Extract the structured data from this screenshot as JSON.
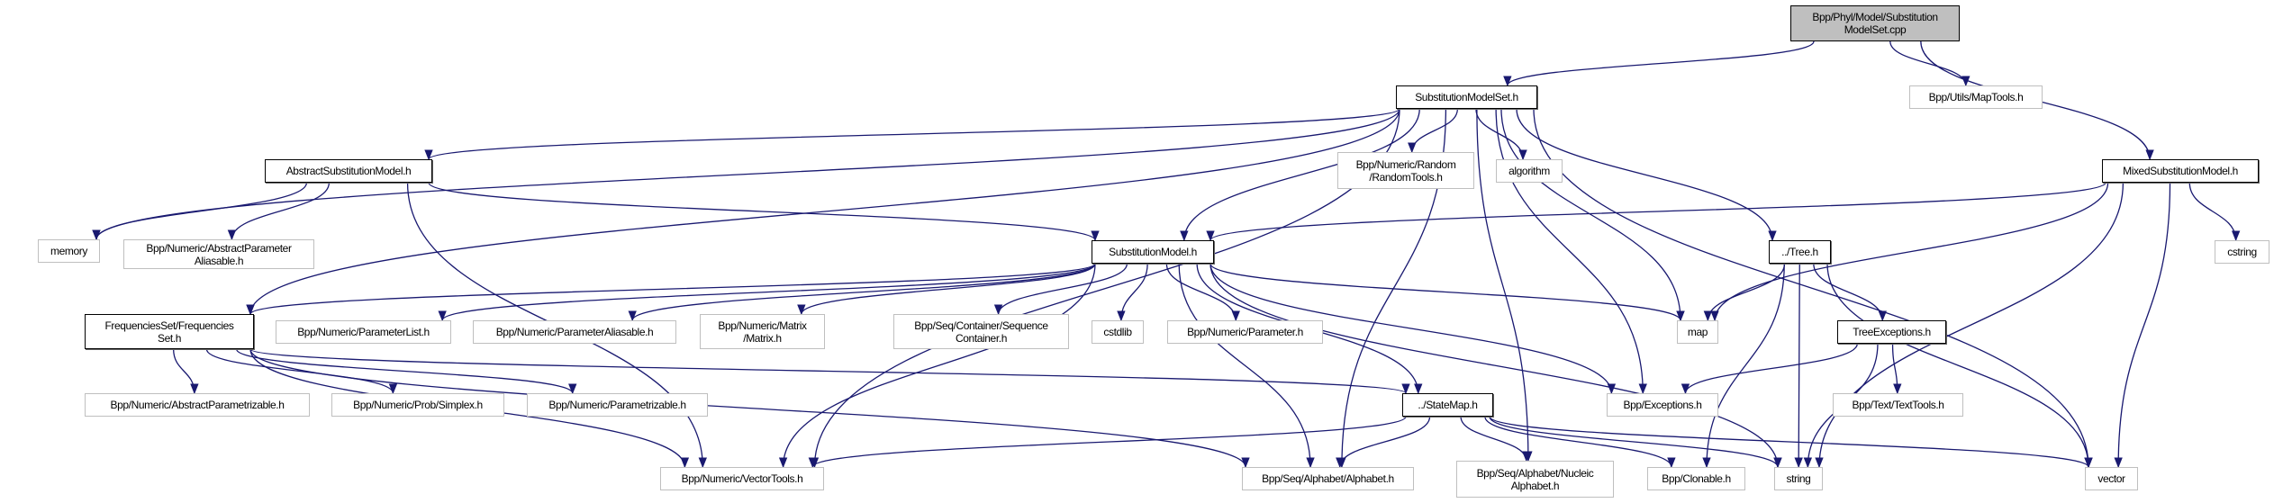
{
  "graph": {
    "edge_color": "#191970",
    "root_fill": "#bfbfbf",
    "nodes": [
      {
        "id": "root",
        "label": "Bpp/Phyl/Model/Substitution\nModelSet.cpp",
        "kind": "root"
      },
      {
        "id": "sms",
        "label": "SubstitutionModelSet.h",
        "kind": "local"
      },
      {
        "id": "maptools",
        "label": "Bpp/Utils/MapTools.h",
        "kind": "external"
      },
      {
        "id": "random",
        "label": "Bpp/Numeric/Random\n/RandomTools.h",
        "kind": "external"
      },
      {
        "id": "algorithm",
        "label": "algorithm",
        "kind": "external"
      },
      {
        "id": "mixed",
        "label": "MixedSubstitutionModel.h",
        "kind": "local"
      },
      {
        "id": "abssm",
        "label": "AbstractSubstitutionModel.h",
        "kind": "local"
      },
      {
        "id": "memory",
        "label": "memory",
        "kind": "external"
      },
      {
        "id": "absparal",
        "label": "Bpp/Numeric/AbstractParameter\nAliasable.h",
        "kind": "external"
      },
      {
        "id": "sm",
        "label": "SubstitutionModel.h",
        "kind": "local"
      },
      {
        "id": "tree",
        "label": "../Tree.h",
        "kind": "local"
      },
      {
        "id": "cstring",
        "label": "cstring",
        "kind": "external"
      },
      {
        "id": "freq",
        "label": "FrequenciesSet/Frequencies\nSet.h",
        "kind": "local"
      },
      {
        "id": "plist",
        "label": "Bpp/Numeric/ParameterList.h",
        "kind": "external"
      },
      {
        "id": "paral",
        "label": "Bpp/Numeric/ParameterAliasable.h",
        "kind": "external"
      },
      {
        "id": "matrix",
        "label": "Bpp/Numeric/Matrix\n/Matrix.h",
        "kind": "external"
      },
      {
        "id": "seqcont",
        "label": "Bpp/Seq/Container/Sequence\nContainer.h",
        "kind": "external"
      },
      {
        "id": "cstdlib",
        "label": "cstdlib",
        "kind": "external"
      },
      {
        "id": "param",
        "label": "Bpp/Numeric/Parameter.h",
        "kind": "external"
      },
      {
        "id": "map",
        "label": "map",
        "kind": "external"
      },
      {
        "id": "treeexc",
        "label": "TreeExceptions.h",
        "kind": "local"
      },
      {
        "id": "absparam",
        "label": "Bpp/Numeric/AbstractParametrizable.h",
        "kind": "external"
      },
      {
        "id": "simplex",
        "label": "Bpp/Numeric/Prob/Simplex.h",
        "kind": "external"
      },
      {
        "id": "parametrizable",
        "label": "Bpp/Numeric/Parametrizable.h",
        "kind": "external"
      },
      {
        "id": "statemap",
        "label": "../StateMap.h",
        "kind": "local"
      },
      {
        "id": "exceptions",
        "label": "Bpp/Exceptions.h",
        "kind": "external"
      },
      {
        "id": "texttools",
        "label": "Bpp/Text/TextTools.h",
        "kind": "external"
      },
      {
        "id": "vectortools",
        "label": "Bpp/Numeric/VectorTools.h",
        "kind": "external"
      },
      {
        "id": "alphabet",
        "label": "Bpp/Seq/Alphabet/Alphabet.h",
        "kind": "external"
      },
      {
        "id": "nucleic",
        "label": "Bpp/Seq/Alphabet/Nucleic\nAlphabet.h",
        "kind": "external"
      },
      {
        "id": "clonable",
        "label": "Bpp/Clonable.h",
        "kind": "external"
      },
      {
        "id": "string",
        "label": "string",
        "kind": "external"
      },
      {
        "id": "vector",
        "label": "vector",
        "kind": "external"
      }
    ],
    "edges": [
      [
        "root",
        "sms"
      ],
      [
        "root",
        "maptools"
      ],
      [
        "root",
        "mixed"
      ],
      [
        "sms",
        "memory"
      ],
      [
        "sms",
        "vectortools"
      ],
      [
        "sms",
        "abssm"
      ],
      [
        "sms",
        "freq"
      ],
      [
        "sms",
        "sm"
      ],
      [
        "sms",
        "random"
      ],
      [
        "sms",
        "algorithm"
      ],
      [
        "sms",
        "alphabet"
      ],
      [
        "sms",
        "nucleic"
      ],
      [
        "sms",
        "exceptions"
      ],
      [
        "sms",
        "map"
      ],
      [
        "sms",
        "tree"
      ],
      [
        "sms",
        "vector"
      ],
      [
        "abssm",
        "memory"
      ],
      [
        "abssm",
        "absparal"
      ],
      [
        "abssm",
        "sm"
      ],
      [
        "abssm",
        "vectortools"
      ],
      [
        "mixed",
        "sm"
      ],
      [
        "mixed",
        "map"
      ],
      [
        "mixed",
        "string"
      ],
      [
        "mixed",
        "vector"
      ],
      [
        "mixed",
        "cstring"
      ],
      [
        "sm",
        "freq"
      ],
      [
        "sm",
        "plist"
      ],
      [
        "sm",
        "paral"
      ],
      [
        "sm",
        "matrix"
      ],
      [
        "sm",
        "seqcont"
      ],
      [
        "sm",
        "cstdlib"
      ],
      [
        "sm",
        "param"
      ],
      [
        "sm",
        "map"
      ],
      [
        "sm",
        "exceptions"
      ],
      [
        "sm",
        "statemap"
      ],
      [
        "sm",
        "alphabet"
      ],
      [
        "sm",
        "vectortools"
      ],
      [
        "sm",
        "string"
      ],
      [
        "tree",
        "map"
      ],
      [
        "tree",
        "treeexc"
      ],
      [
        "tree",
        "string"
      ],
      [
        "tree",
        "clonable"
      ],
      [
        "tree",
        "vector"
      ],
      [
        "treeexc",
        "exceptions"
      ],
      [
        "treeexc",
        "texttools"
      ],
      [
        "treeexc",
        "string"
      ],
      [
        "freq",
        "absparam"
      ],
      [
        "freq",
        "simplex"
      ],
      [
        "freq",
        "parametrizable"
      ],
      [
        "freq",
        "vectortools"
      ],
      [
        "freq",
        "statemap"
      ],
      [
        "freq",
        "alphabet"
      ],
      [
        "statemap",
        "vectortools"
      ],
      [
        "statemap",
        "alphabet"
      ],
      [
        "statemap",
        "nucleic"
      ],
      [
        "statemap",
        "clonable"
      ],
      [
        "statemap",
        "string"
      ],
      [
        "statemap",
        "vector"
      ]
    ]
  }
}
